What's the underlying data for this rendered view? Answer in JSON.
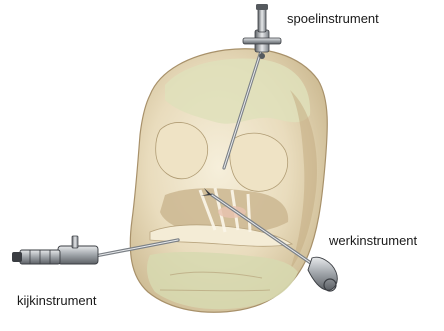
{
  "labels": {
    "spoelinstrument": "spoelinstrument",
    "werkinstrument": "werkinstrument",
    "kijkinstrument": "kijkinstrument"
  },
  "colors": {
    "background": "#ffffff",
    "tissue_base": "#efe6cf",
    "tissue_shade": "#dccdaa",
    "tissue_dark": "#b9a47c",
    "green_tint": "#d9dcb4",
    "pink_tint": "#e8c3b0",
    "instrument_metal": "#9aa0a6",
    "instrument_dark": "#3a3d42",
    "label_text": "#1a1a1a"
  }
}
